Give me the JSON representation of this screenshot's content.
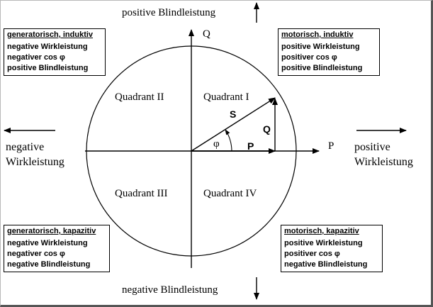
{
  "axes": {
    "p_label": "P",
    "q_label": "Q"
  },
  "arrows": {
    "top": "positive Blindleistung",
    "bottom": "negative Blindleistung",
    "left_line1": "negative",
    "left_line2": "Wirkleistung",
    "right_line1": "positive",
    "right_line2": "Wirkleistung"
  },
  "quadrants": {
    "q1": "Quadrant I",
    "q2": "Quadrant II",
    "q3": "Quadrant III",
    "q4": "Quadrant IV"
  },
  "vectors": {
    "s": "S",
    "p": "P",
    "q": "Q",
    "phi": "φ"
  },
  "boxes": {
    "top_left": {
      "heading": "generatorisch, induktiv",
      "lines": [
        "negative Wirkleistung",
        "negativer cos φ",
        "positive Blindleistung"
      ]
    },
    "top_right": {
      "heading": "motorisch, induktiv",
      "lines": [
        "positive Wirkleistung",
        "positiver cos φ",
        "positive Blindleistung"
      ]
    },
    "bottom_left": {
      "heading": "generatorisch, kapazitiv",
      "lines": [
        "negative Wirkleistung",
        "negativer cos φ",
        "negative Blindleistung"
      ]
    },
    "bottom_right": {
      "heading": "motorisch, kapazitiv",
      "lines": [
        "positive Wirkleistung",
        "positiver cos  φ",
        "negative Blindleistung"
      ]
    }
  }
}
